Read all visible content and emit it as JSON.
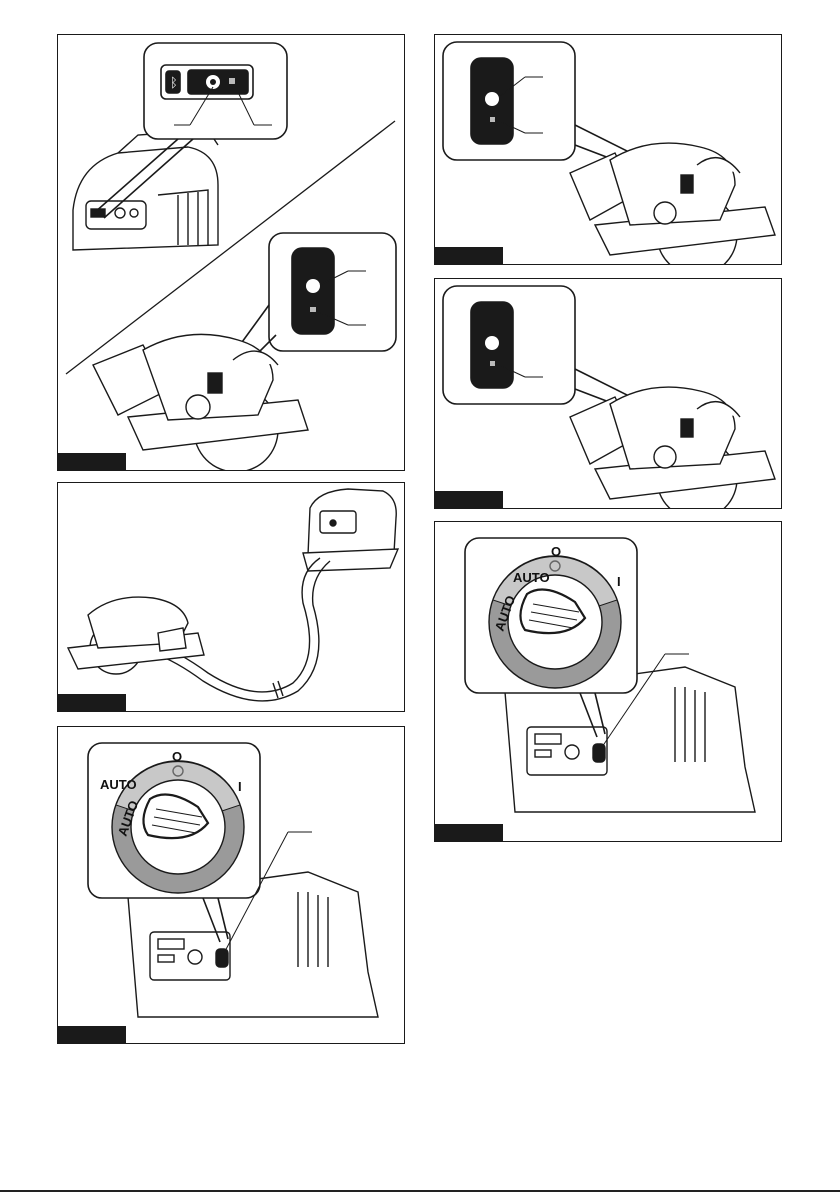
{
  "figures": [
    {
      "id": "fig-1"
    },
    {
      "id": "fig-2"
    },
    {
      "id": "fig-3"
    },
    {
      "id": "fig-4"
    },
    {
      "id": "fig-5"
    },
    {
      "id": "fig-6"
    }
  ],
  "dial": {
    "off_mark": "O",
    "auto_label": "AUTO",
    "on_mark": "I",
    "ring_auto_label": "AUTO"
  },
  "colors": {
    "line": "#1a1a1a",
    "ring": "#9a9a9a",
    "ring_inner": "#c8c8c8",
    "tag": "#1a1a1a"
  }
}
